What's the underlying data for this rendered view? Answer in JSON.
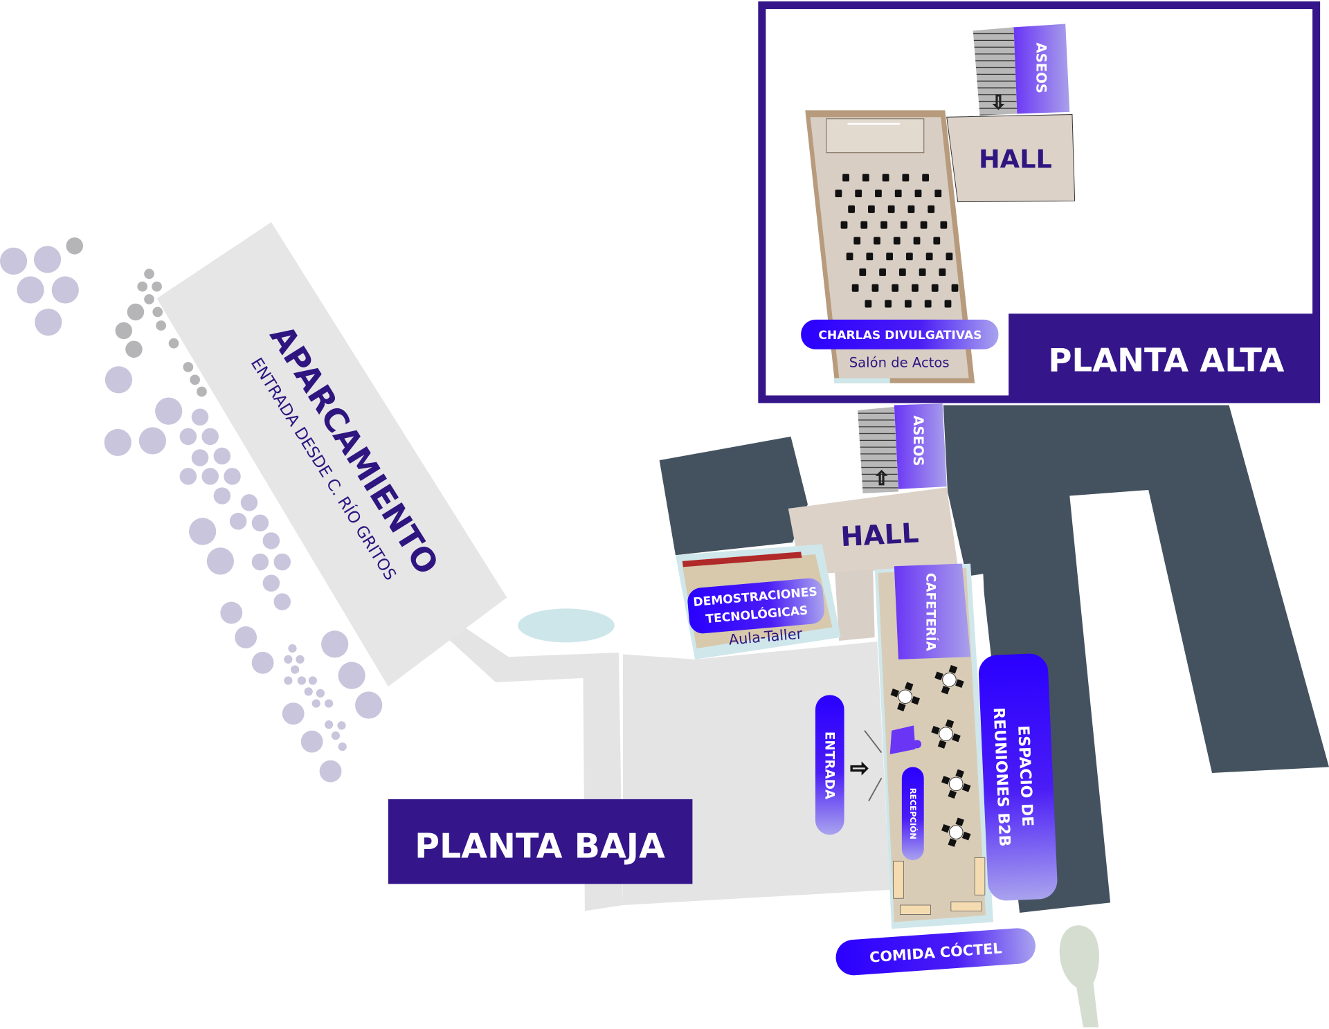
{
  "upper_floor": {
    "title": "PLANTA ALTA",
    "rooms": {
      "restrooms": "ASEOS",
      "hall": "HALL",
      "auditorium_activity": "CHARLAS DIVULGATIVAS",
      "auditorium_name": "Salón de Actos"
    }
  },
  "ground_floor": {
    "title": "PLANTA BAJA",
    "rooms": {
      "restrooms": "ASEOS",
      "hall": "HALL",
      "workshop_activity_line1": "DEMOSTRACIONES",
      "workshop_activity_line2": "TECNOLÓGICAS",
      "workshop_name": "Aula-Taller",
      "cafeteria": "CAFETERÍA",
      "entrance": "ENTRADA",
      "reception": "RECEPCIÓN",
      "b2b_line1": "ESPACIO DE",
      "b2b_line2": "REUNIONES B2B",
      "cocktail": "COMIDA CÓCTEL"
    }
  },
  "parking": {
    "title": "APARCAMIENTO",
    "subtitle": "ENTRADA DESDE C. RÍO GRITOS"
  },
  "colors": {
    "brand_dark": "#34168a",
    "accent_blue": "#2a00ff",
    "accent_light": "#a49cf0",
    "building": "#44525f",
    "floor_beige": "#dcd2c8"
  }
}
